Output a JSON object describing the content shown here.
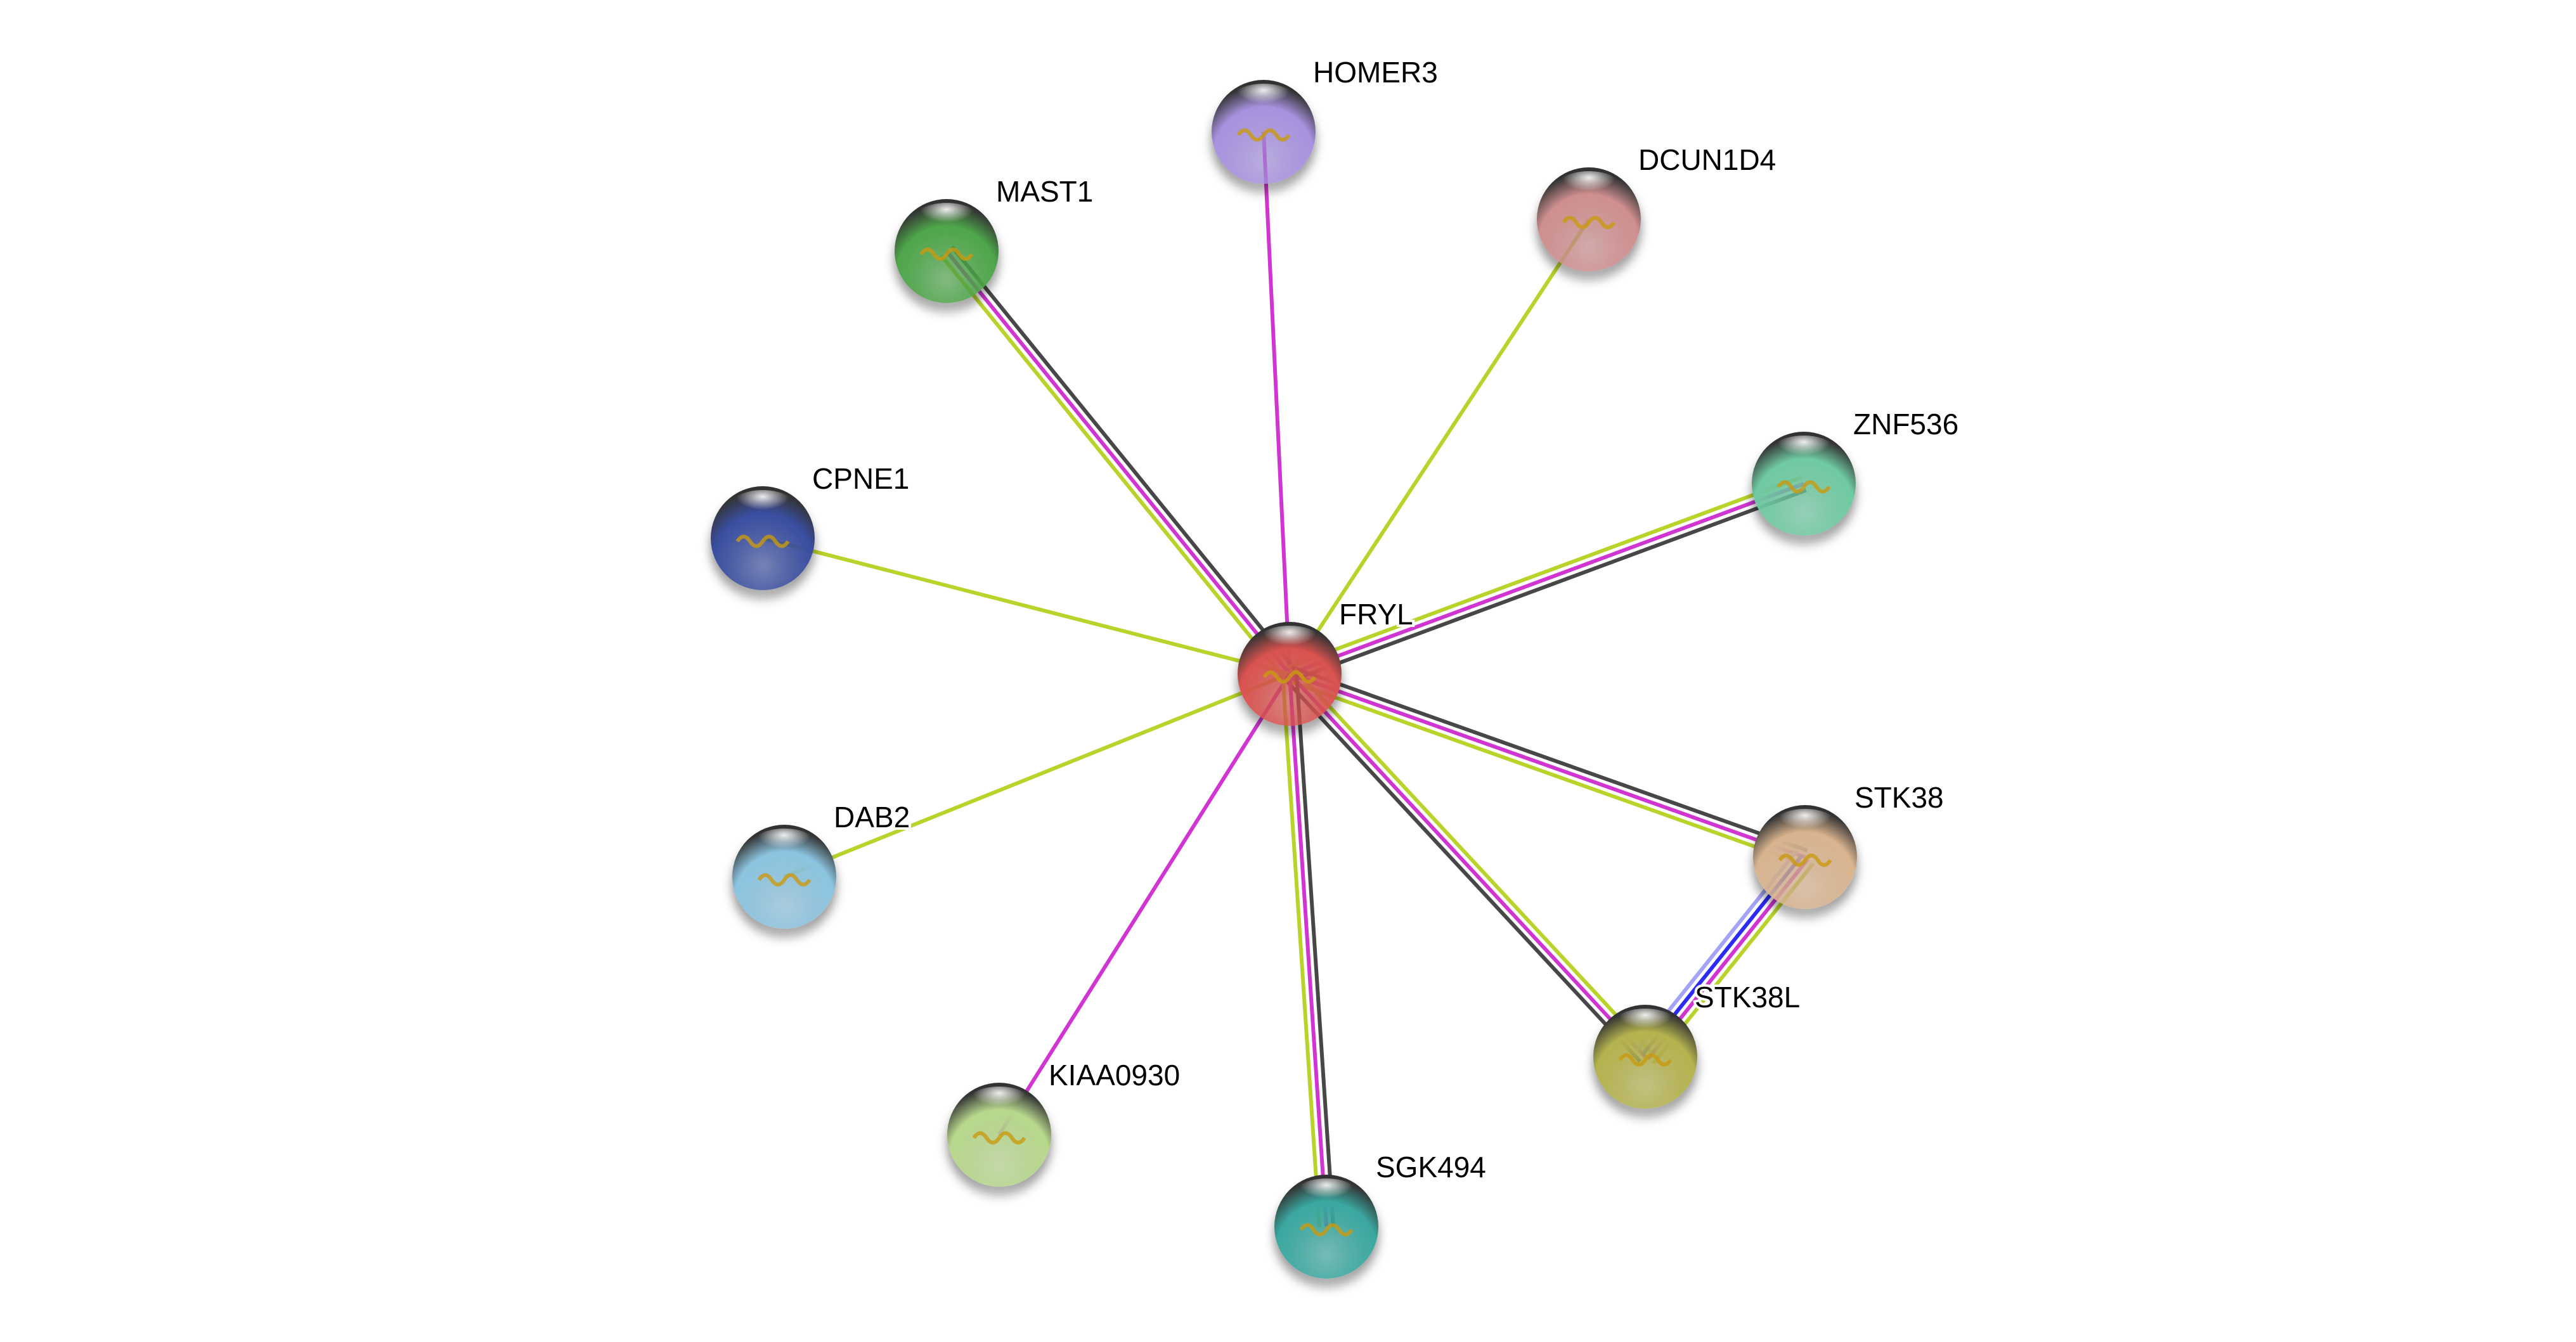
{
  "edge_colors": {
    "textmining": "#b9d32b",
    "experiments": "#d135d1",
    "coexpression": "#474747",
    "cooccurrence": "#2b2bf5",
    "homology": "#a3a3f7"
  },
  "nodes": [
    {
      "id": "FRYL",
      "label": "FRYL",
      "color": "#d9534f"
    },
    {
      "id": "HOMER3",
      "label": "HOMER3",
      "color": "#a892e0"
    },
    {
      "id": "DCUN1D4",
      "label": "DCUN1D4",
      "color": "#cf8f8f"
    },
    {
      "id": "MAST1",
      "label": "MAST1",
      "color": "#4ea64a"
    },
    {
      "id": "ZNF536",
      "label": "ZNF536",
      "color": "#6fcaa2"
    },
    {
      "id": "CPNE1",
      "label": "CPNE1",
      "color": "#3a4ea0"
    },
    {
      "id": "DAB2",
      "label": "DAB2",
      "color": "#8cc4e0"
    },
    {
      "id": "STK38",
      "label": "STK38",
      "color": "#d9b48f"
    },
    {
      "id": "STK38L",
      "label": "STK38L",
      "color": "#b5b34e"
    },
    {
      "id": "KIAA0930",
      "label": "KIAA0930",
      "color": "#b7d88c"
    },
    {
      "id": "SGK494",
      "label": "SGK494",
      "color": "#3aa8a0"
    }
  ],
  "edges": [
    {
      "a": "FRYL",
      "b": "HOMER3",
      "types": [
        "experiments"
      ]
    },
    {
      "a": "FRYL",
      "b": "DCUN1D4",
      "types": [
        "textmining"
      ]
    },
    {
      "a": "FRYL",
      "b": "MAST1",
      "types": [
        "textmining",
        "experiments",
        "coexpression"
      ]
    },
    {
      "a": "FRYL",
      "b": "ZNF536",
      "types": [
        "textmining",
        "experiments",
        "coexpression"
      ]
    },
    {
      "a": "FRYL",
      "b": "CPNE1",
      "types": [
        "textmining"
      ]
    },
    {
      "a": "FRYL",
      "b": "DAB2",
      "types": [
        "textmining"
      ]
    },
    {
      "a": "FRYL",
      "b": "STK38",
      "types": [
        "coexpression",
        "experiments",
        "textmining"
      ]
    },
    {
      "a": "FRYL",
      "b": "STK38L",
      "types": [
        "textmining",
        "experiments",
        "coexpression"
      ]
    },
    {
      "a": "FRYL",
      "b": "KIAA0930",
      "types": [
        "experiments"
      ]
    },
    {
      "a": "FRYL",
      "b": "SGK494",
      "types": [
        "coexpression",
        "experiments",
        "textmining"
      ]
    },
    {
      "a": "STK38",
      "b": "STK38L",
      "types": [
        "textmining",
        "experiments",
        "cooccurrence",
        "homology"
      ]
    }
  ]
}
